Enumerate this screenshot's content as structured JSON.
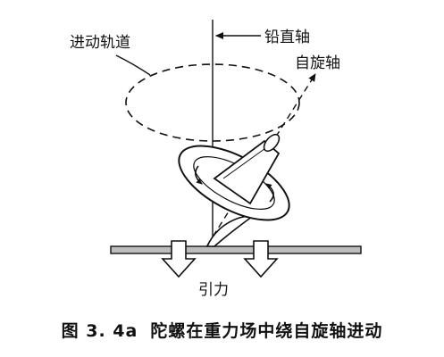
{
  "labels": {
    "precession_orbit": "进动轨道",
    "vertical_axis": "铅直轴",
    "spin_axis": "自旋轴",
    "gravity": "引力"
  },
  "caption": {
    "number": "图 3. 4a",
    "text": "陀螺在重力场中绕自旋轴进动"
  }
}
